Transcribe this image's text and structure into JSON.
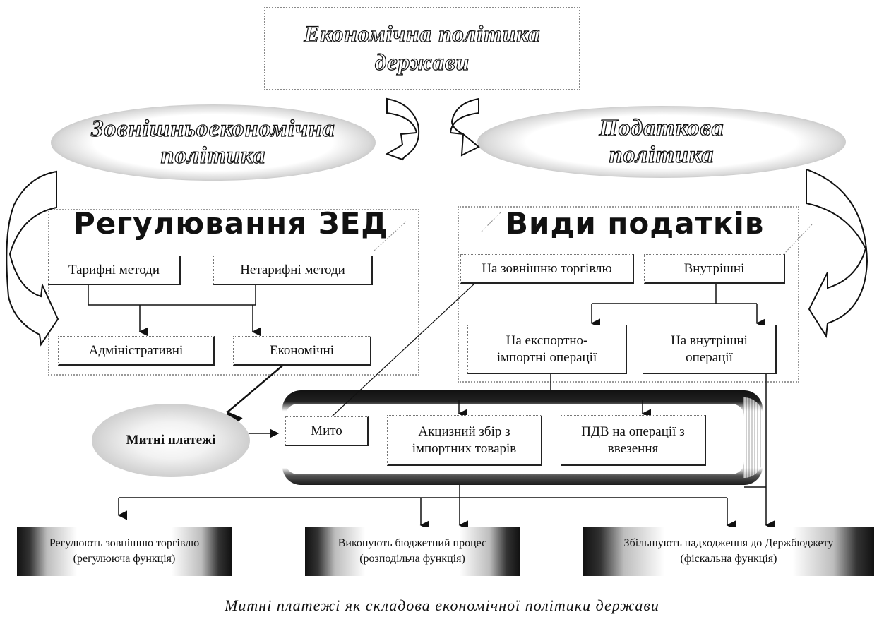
{
  "title": {
    "line1": "Економічна політика",
    "line2": "держави"
  },
  "foreign_policy": {
    "line1": "Зовнішньоекономічна",
    "line2": "політика"
  },
  "tax_policy": {
    "line1": "Податкова",
    "line2": "політика"
  },
  "regulation": {
    "heading": "Регулювання ЗЕД",
    "tariff": "Тарифні методи",
    "nontariff": "Нетарифні методи",
    "administrative": "Адміністративні",
    "economic": "Економічні"
  },
  "taxes": {
    "heading": "Види податків",
    "foreign_trade": "На зовнішню торгівлю",
    "internal": "Внутрішні",
    "export_import_line1": "На експортно-",
    "export_import_line2": "імпортні операції",
    "internal_ops_line1": "На внутрішні",
    "internal_ops_line2": "операції"
  },
  "customs": {
    "label": "Митні платежі",
    "duty": "Мито",
    "excise_line1": "Акцизний збір з",
    "excise_line2": "імпортних товарів",
    "vat_line1": "ПДВ на операції з",
    "vat_line2": "ввезення"
  },
  "functions": [
    {
      "line1": "Регулюють зовнішню торгівлю",
      "line2": "(регулююча функція)"
    },
    {
      "line1": "Виконують бюджетний процес",
      "line2": "(розподільча функція)"
    },
    {
      "line1": "Збільшують надходження до Держбюджету",
      "line2": "(фіскальна функція)"
    }
  ],
  "caption": "Митні платежі як складова економічної політики держави"
}
